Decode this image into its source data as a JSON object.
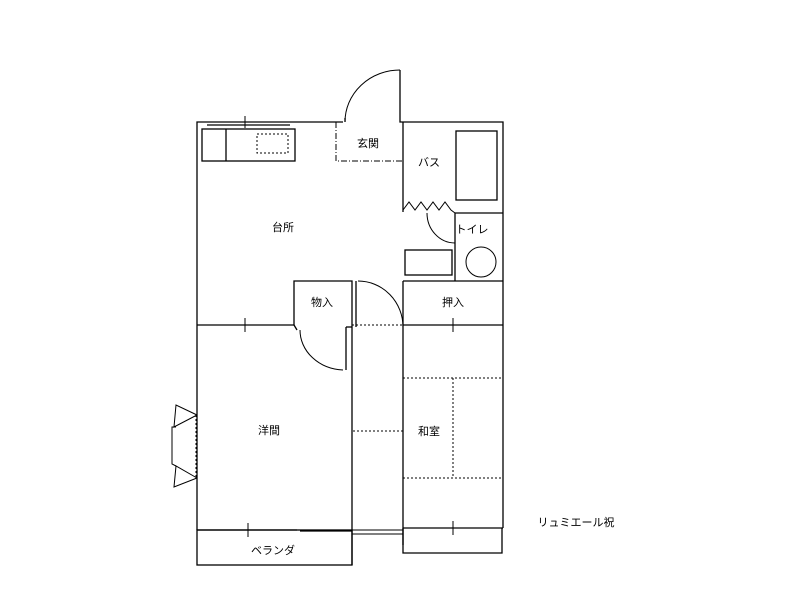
{
  "rooms": {
    "genkan": "玄関",
    "bath": "バス",
    "kitchen": "台所",
    "toilet": "トイレ",
    "storage": "物入",
    "closet": "押入",
    "western_room": "洋間",
    "japanese_room": "和室",
    "veranda": "ベランダ"
  },
  "caption": "リュミエール祝"
}
